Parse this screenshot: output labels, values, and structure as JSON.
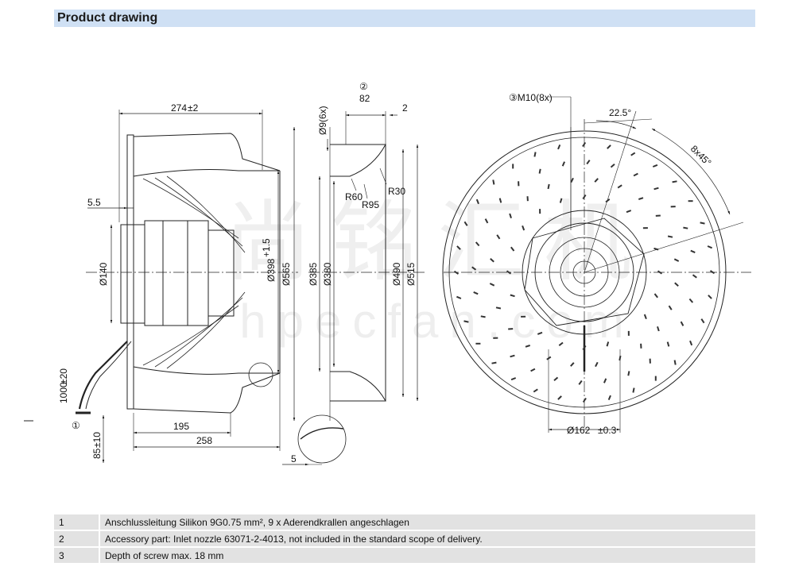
{
  "header": {
    "title": "Product drawing"
  },
  "watermark": {
    "cn": "尚铭汇机",
    "en": "hpecfan.com"
  },
  "side_view": {
    "dim_width": "274",
    "dim_width_tol": "±2",
    "dim_offset": "5.5",
    "dim_hub": "Ø140",
    "dim_398": "Ø398",
    "dim_398_tol": "+1.5",
    "dim_565": "Ø565",
    "dim_195": "195",
    "dim_258": "258",
    "dim_cable": "1000",
    "dim_cable_tol": "±20",
    "dim_85": "85",
    "dim_85_tol": "±10",
    "marker_1": "①"
  },
  "nozzle_view": {
    "marker_2": "②",
    "dim_82": "82",
    "dim_2": "2",
    "dim_holes": "Ø9(6x)",
    "dim_r60": "R60",
    "dim_r95": "R95",
    "dim_r30": "R30",
    "dim_385": "Ø385",
    "dim_380": "Ø380",
    "dim_490": "Ø490",
    "dim_515": "Ø515",
    "dim_5": "5"
  },
  "front_view": {
    "dim_thread": "③M10(8x)",
    "dim_angle": "22.5°",
    "dim_pattern": "8x45°",
    "dim_162": "Ø162",
    "dim_162_tol": "±0.3"
  },
  "notes": [
    {
      "num": "1",
      "text": "Anschlussleitung Silikon 9G0.75 mm², 9 x Aderendkrallen angeschlagen"
    },
    {
      "num": "2",
      "text": "Accessory part: Inlet nozzle 63071-2-4013, not included in the standard scope of delivery."
    },
    {
      "num": "3",
      "text": "Depth of screw max. 18 mm"
    }
  ]
}
